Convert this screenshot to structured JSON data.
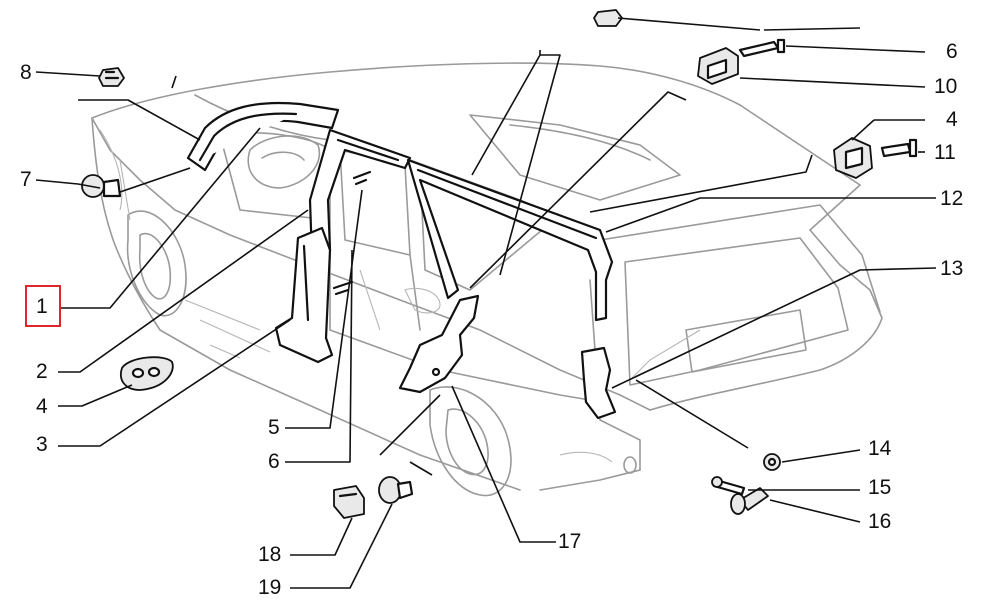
{
  "diagram": {
    "labels": {
      "l1": "1",
      "l2": "2",
      "l3": "3",
      "l4a": "4",
      "l4b": "4",
      "l5": "5",
      "l6a": "6",
      "l6b": "6",
      "l7": "7",
      "l8": "8",
      "l10": "10",
      "l11": "11",
      "l12": "12",
      "l13": "13",
      "l14": "14",
      "l15": "15",
      "l16": "16",
      "l17": "17",
      "l18": "18",
      "l19": "19"
    },
    "highlight": {
      "label": "1",
      "color": "#e0262b"
    }
  }
}
